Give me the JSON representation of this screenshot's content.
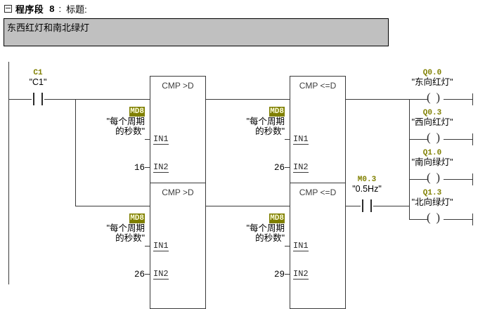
{
  "header": {
    "collapse_icon": "collapse-box-icon",
    "label": "程序段",
    "number": "8",
    "colon": ":",
    "title": "标题:"
  },
  "comment": {
    "text": "东西红灯和南北绿灯"
  },
  "ladder": {
    "contacts": [
      {
        "name": "contact-c1",
        "address": "C1",
        "symbol": "\"C1\"",
        "type": "normally-open"
      },
      {
        "name": "contact-m0-3",
        "address": "M0.3",
        "symbol": "\"0.5Hz\"",
        "type": "normally-open"
      }
    ],
    "blocks": [
      {
        "name": "cmp-gt-d-top",
        "title": "CMP >D",
        "in1_pin": "IN1",
        "in2_pin": "IN2",
        "in1_address": "MD8",
        "in1_symbol_line1": "\"每个周期",
        "in1_symbol_line2": "的秒数\"",
        "in2_value": "16"
      },
      {
        "name": "cmp-le-d-top",
        "title": "CMP <=D",
        "in1_pin": "IN1",
        "in2_pin": "IN2",
        "in1_address": "MD8",
        "in1_symbol_line1": "\"每个周期",
        "in1_symbol_line2": "的秒数\"",
        "in2_value": "26"
      },
      {
        "name": "cmp-gt-d-bottom",
        "title": "CMP >D",
        "in1_pin": "IN1",
        "in2_pin": "IN2",
        "in1_address": "MD8",
        "in1_symbol_line1": "\"每个周期",
        "in1_symbol_line2": "的秒数\"",
        "in2_value": "26"
      },
      {
        "name": "cmp-le-d-bottom",
        "title": "CMP <=D",
        "in1_pin": "IN1",
        "in2_pin": "IN2",
        "in1_address": "MD8",
        "in1_symbol_line1": "\"每个周期",
        "in1_symbol_line2": "的秒数\"",
        "in2_value": "29"
      }
    ],
    "coils": [
      {
        "name": "coil-q0-0",
        "address": "Q0.0",
        "symbol": "\"东向红灯\""
      },
      {
        "name": "coil-q0-3",
        "address": "Q0.3",
        "symbol": "\"西向红灯\""
      },
      {
        "name": "coil-q1-0",
        "address": "Q1.0",
        "symbol": "\"南向绿灯\""
      },
      {
        "name": "coil-q1-3",
        "address": "Q1.3",
        "symbol": "\"北向绿灯\""
      }
    ]
  },
  "colors": {
    "address_olive": "#808000",
    "wire": "#3a3a3a",
    "comment_background": "#c0c0c0",
    "block_title": "#404040"
  }
}
